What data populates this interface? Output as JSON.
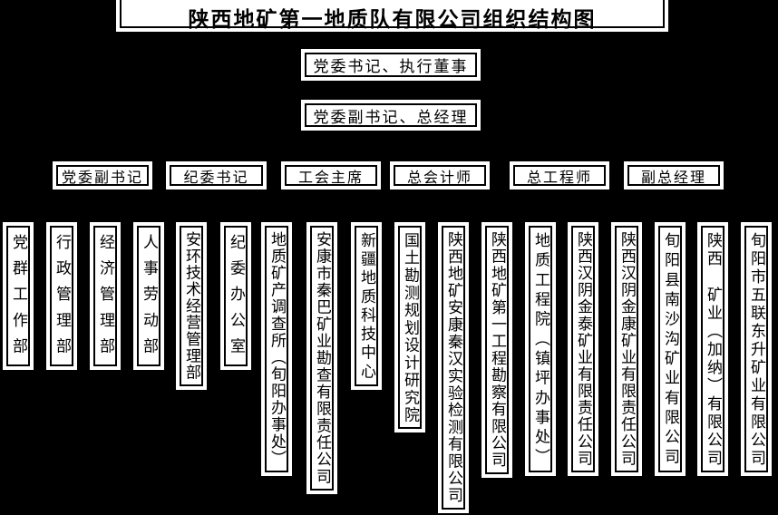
{
  "colors": {
    "background": "#000000",
    "box_fill": "#ffffff",
    "box_border": "#000000",
    "text": "#000000"
  },
  "title": "陕西地矿第一地质队有限公司组织结构图",
  "level1": {
    "label": "党委书记、执行董事"
  },
  "level2": {
    "label": "党委副书记、总经理"
  },
  "leaders": [
    {
      "label": "党委副书记"
    },
    {
      "label": "纪委书记"
    },
    {
      "label": "工会主席"
    },
    {
      "label": "总会计师"
    },
    {
      "label": "总工程师"
    },
    {
      "label": "副总经理"
    }
  ],
  "departments": [
    {
      "label": "党群工作部"
    },
    {
      "label": "行政管理部"
    },
    {
      "label": "经济管理部"
    },
    {
      "label": "人事劳动部"
    },
    {
      "label": "安环技术经营管理部"
    },
    {
      "label": "纪委办公室"
    },
    {
      "label": "地质矿产调查所（旬阳办事处）"
    },
    {
      "label": "安康市秦巴矿业勘查有限责任公司"
    },
    {
      "label": "新疆地质科技中心"
    },
    {
      "label": "国土勘测规划设计研究院"
    },
    {
      "label": "陕西地矿安康秦汉实验检测有限公司"
    },
    {
      "label": "陕西地矿第一工程勘察有限公司"
    },
    {
      "label": "地质工程院（镇坪办事处）"
    },
    {
      "label": "陕西汉阴金泰矿业有限责任公司"
    },
    {
      "label": "陕西汉阴金康矿业有限责任公司"
    },
    {
      "label": "旬阳县南沙沟矿业有限公司"
    },
    {
      "label": "陕西　矿业（加纳）有限公司"
    },
    {
      "label": "旬阳市五联东升矿业有限公司"
    }
  ]
}
